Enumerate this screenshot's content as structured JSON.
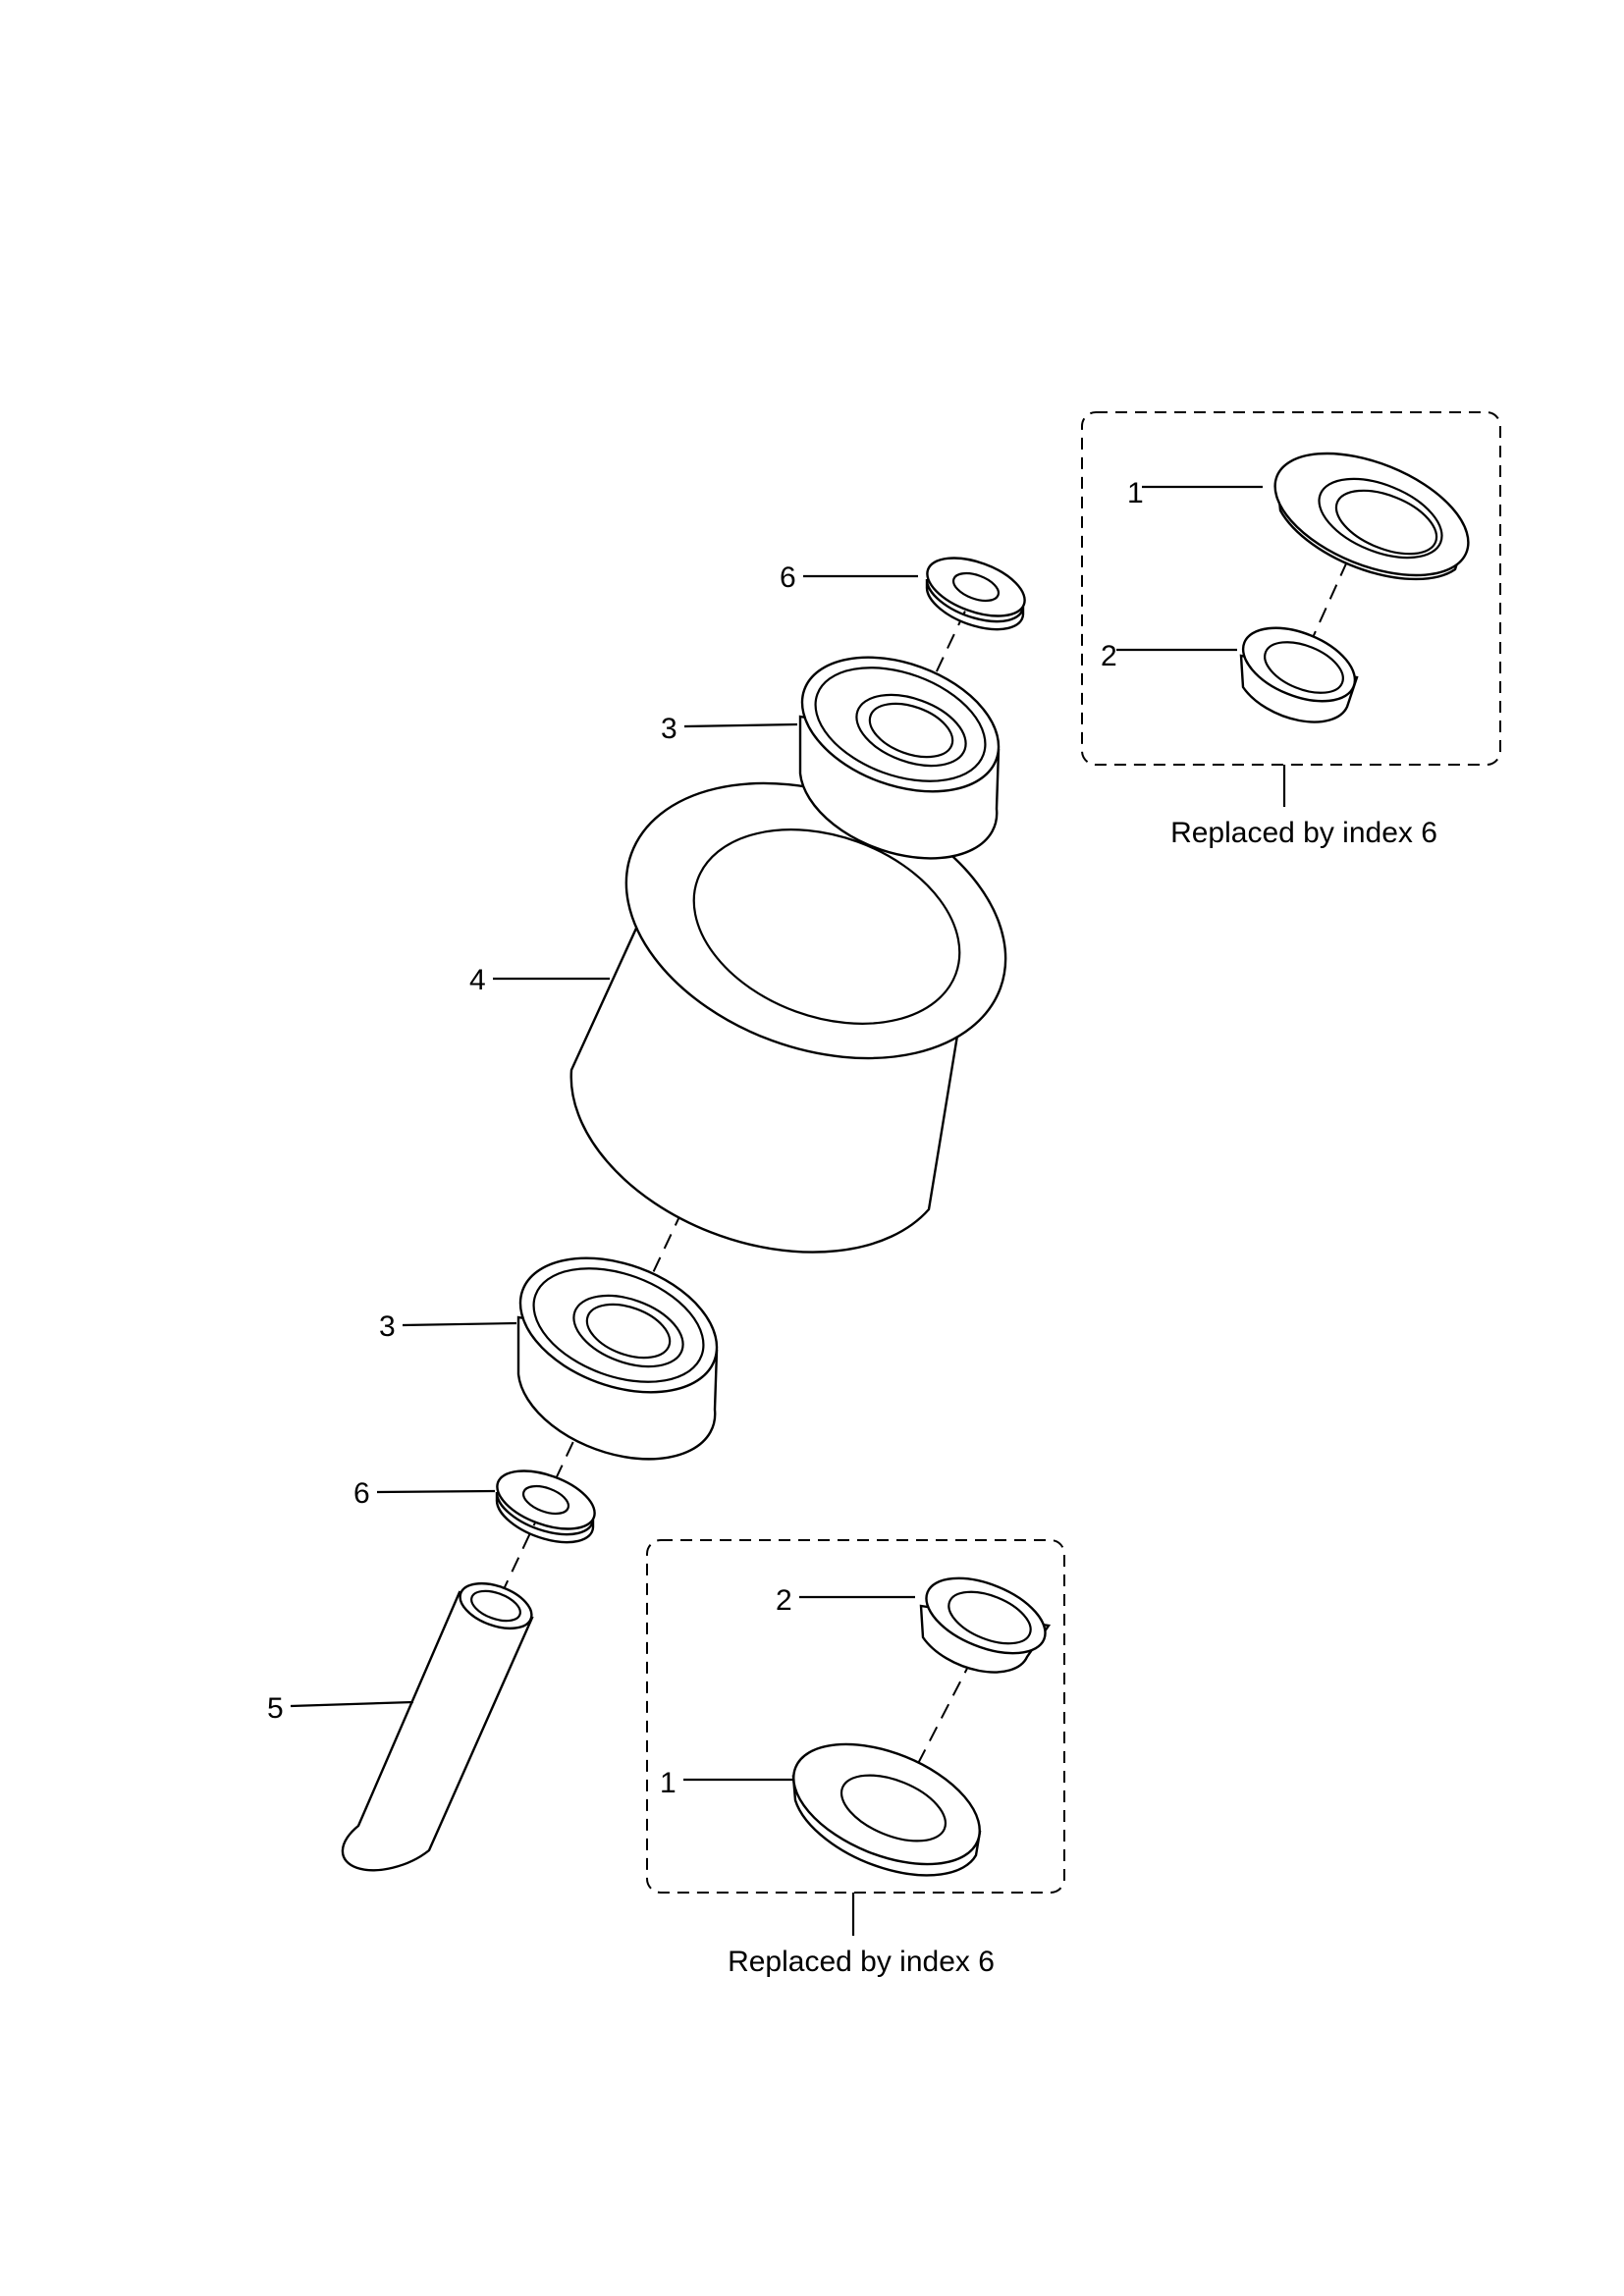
{
  "callouts": {
    "top_washer": "6",
    "top_bearing": "3",
    "roller": "4",
    "bottom_bearing": "3",
    "bottom_washer": "6",
    "axle": "5",
    "box1_part1": "1",
    "box1_part2": "2",
    "box2_part2": "2",
    "box2_part1": "1"
  },
  "notes": {
    "box1": "Replaced by index 6",
    "box2": "Replaced by index 6"
  }
}
